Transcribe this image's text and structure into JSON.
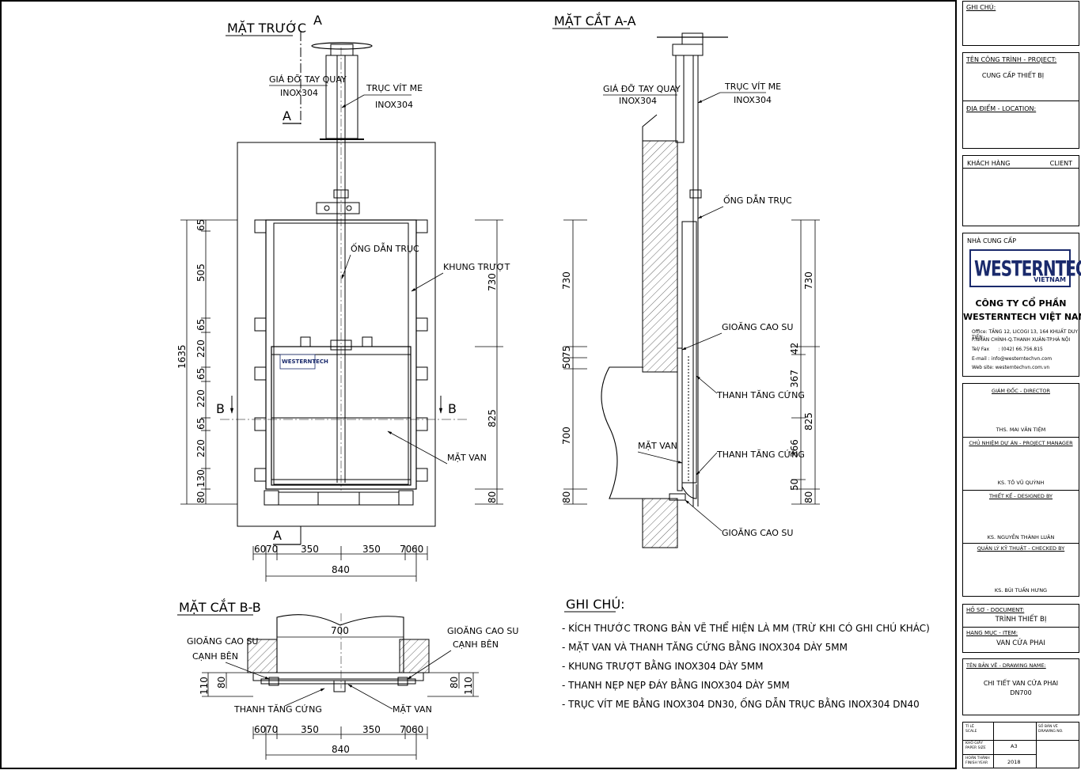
{
  "views": {
    "front": {
      "title": "MẶT TRƯỚC",
      "section_a": "A",
      "section_b": "B",
      "lbl_handwheel": [
        "GIÁ ĐỠ TAY QUAY",
        "INOX304"
      ],
      "lbl_screw": [
        "TRỤC VÍT ME",
        "INOX304"
      ],
      "lbl_guide_pipe": "ỐNG DẪN TRỤC",
      "lbl_frame": "KHUNG TRƯỢT",
      "lbl_plate": "MẶT VAN",
      "dims_left": [
        "65",
        "505",
        "65",
        "220",
        "65",
        "220",
        "65",
        "220",
        "130",
        "80"
      ],
      "dim_total_left": "1635",
      "dims_right": [
        "730",
        "825",
        "80"
      ],
      "dims_bottom": [
        "60",
        "70",
        "350",
        "350",
        "70",
        "60"
      ],
      "dim_total_bottom": "840"
    },
    "section_aa": {
      "title": "MẶT CẮT A-A",
      "lbl_handwheel": [
        "GIÁ ĐỠ TAY QUAY",
        "INOX304"
      ],
      "lbl_screw": [
        "TRỤC VÍT ME",
        "INOX304"
      ],
      "lbl_guide_pipe": "ỐNG DẪN TRỤC",
      "lbl_seal_top": "GIOĂNG CAO SU",
      "lbl_stiff_1": "THANH TĂNG CỨNG",
      "lbl_stiff_2": "THANH TĂNG CỨNG",
      "lbl_plate": "MẶT VAN",
      "lbl_seal_bottom": "GIOĂNG CAO SU",
      "dims_left": [
        "730",
        "50",
        "75",
        "700",
        "80"
      ],
      "dims_right_outer": [
        "730",
        "825",
        "80"
      ],
      "dims_right_inner": [
        "42",
        "367",
        "366",
        "50"
      ]
    },
    "section_bb": {
      "title": "MẶT CẮT B-B",
      "lbl_seal_left": [
        "GIOĂNG CAO SU",
        "CẠNH BÊN"
      ],
      "lbl_seal_right": [
        "GIOĂNG CAO SU",
        "CẠNH BÊN"
      ],
      "lbl_stiff": "THANH TĂNG CỨNG",
      "lbl_plate": "MẶT VAN",
      "dim_dn": "700",
      "dims_left": [
        "110",
        "80"
      ],
      "dims_right": [
        "80",
        "110"
      ],
      "dims_bottom": [
        "60",
        "70",
        "350",
        "350",
        "70",
        "60"
      ],
      "dim_total_bottom": "840"
    }
  },
  "notes": {
    "title": "GHI CHÚ:",
    "items": [
      "- KÍCH THƯỚC TRONG BẢN VẼ THỂ HIỆN LÀ MM (TRỪ KHI CÓ GHI CHÚ KHÁC)",
      "- MẶT VAN VÀ THANH TĂNG CỨNG BẰNG INOX304 DÀY 5MM",
      "- KHUNG TRƯỢT BẰNG INOX304 DÀY 5MM",
      "- THANH NẸP NẸP ĐÁY BẰNG INOX304 DÀY 5MM",
      "- TRỤC VÍT ME BẰNG INOX304 DN30, ỐNG DẪN TRỤC BẰNG INOX304 DN40"
    ]
  },
  "gate_logo": "WESTERNTECH",
  "title_block": {
    "ghi_chu": "GHI CHÚ:",
    "project_label": "TÊN CÔNG TRÌNH - PROJECT:",
    "project_value": "CUNG CẤP THIẾT BỊ",
    "location_label": "ĐỊA ĐIỂM - LOCATION:",
    "client_label": "KHÁCH HÀNG",
    "client_label_en": "CLIENT",
    "supplier_label": "NHÀ CUNG CẤP",
    "logo_word": "WESTERNTECH",
    "logo_sub": "VIETNAM",
    "company_1": "CÔNG TY CỔ PHẦN",
    "company_2": "WESTERNTECH VIỆT NAM",
    "office_1": "Office: TẦNG 12, LICOGI 13, 164 KHUẤT DUY TIẾN",
    "office_2": "P.NHÂN CHÍNH-Q.THANH XUÂN-TP.HÀ NỘI",
    "tel": "Tel/ Fax      : (042) 66.756.815",
    "email": "E-mail : info@westerntechvn.com",
    "web": "Web site: westerntechvn.com.vn",
    "director_label": "GIÁM ĐỐC - DIRECTOR",
    "director_name": "THS. MAI VĂN TIỆM",
    "pm_label": "CHỦ NHIỆM DỰ ÁN - PROJECT MANAGER",
    "pm_name": "KS. TÔ VŨ QUỲNH",
    "design_label": "THIẾT KẾ - DESIGNED BY",
    "design_name": "KS. NGUYỄN THÀNH LUÂN",
    "check_label": "QUẢN LÝ KỸ THUẬT - CHECKED BY",
    "check_name": "KS. BÙI TUẤN HƯNG",
    "doc_label": "HỒ SƠ - DOCUMENT:",
    "doc_value": "TRÌNH THIẾT BỊ",
    "item_label": "HẠNG MỤC - ITEM:",
    "item_value": "VAN CỬA PHAI",
    "drawing_label": "TÊN BẢN VẼ - DRAWING NAME:",
    "drawing_value_1": "CHI TIẾT VAN CỬA PHAI",
    "drawing_value_2": "DN700",
    "scale_label": "TỈ LỆ",
    "scale_label_en": "SCALE",
    "drawing_no_label": "SỐ BẢN VẼ",
    "drawing_no_label_en": "DRAWING NO.",
    "paper_label": "KHỔ GIẤY",
    "paper_label_en": "PAPER SIZE",
    "paper_value": "A3",
    "finish_label": "HOÀN THÀNH",
    "finish_label_en": "FINISH YEAR",
    "finish_value": "2018"
  }
}
